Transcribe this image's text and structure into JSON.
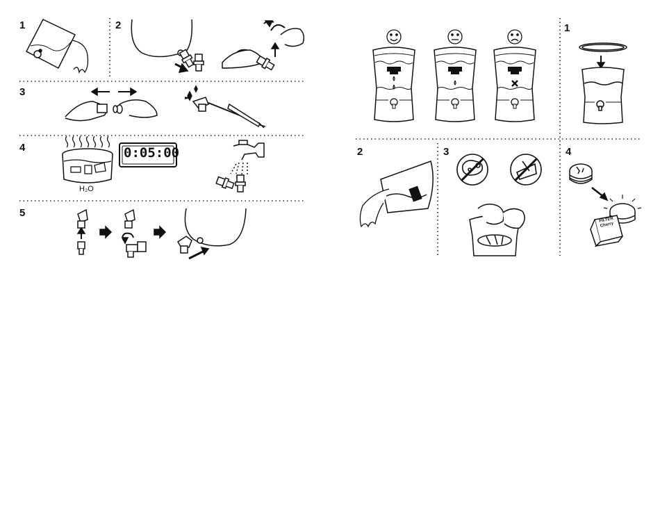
{
  "left_panel": {
    "steps": [
      {
        "number": "1"
      },
      {
        "number": "2"
      },
      {
        "number": "3"
      },
      {
        "number": "4",
        "timer_display": "0:05:00",
        "water_label": "H₂O"
      },
      {
        "number": "5"
      }
    ]
  },
  "right_panel": {
    "indicator_faces": [
      "happy-face-icon",
      "neutral-face-icon",
      "sad-face-icon"
    ],
    "steps": [
      {
        "number": "1"
      },
      {
        "number": "2"
      },
      {
        "number": "3"
      },
      {
        "number": "4",
        "filter_box_label_line1": "FILTER",
        "filter_box_label_line2": "Cherry"
      }
    ]
  },
  "colors": {
    "ink": "#111111",
    "paper": "#ffffff",
    "dotted": "#222222"
  }
}
